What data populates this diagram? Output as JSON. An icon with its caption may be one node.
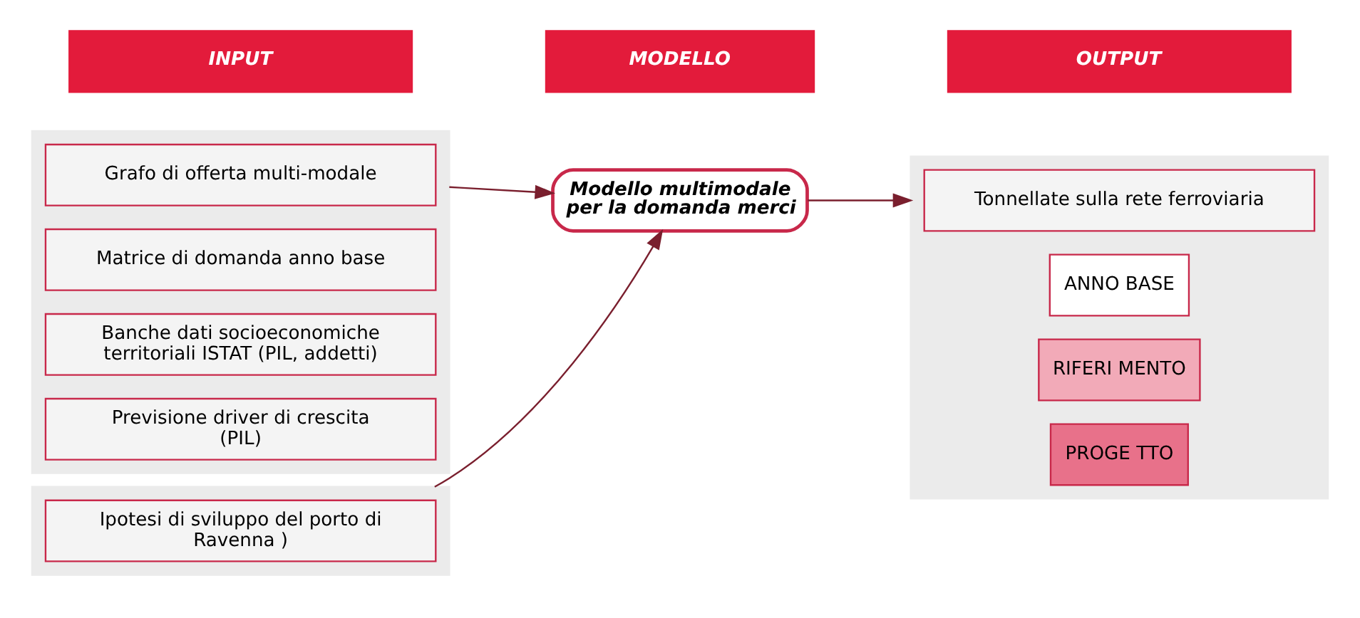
{
  "diagram": {
    "nodes": [
      {
        "text": [
          "INPUT"
        ]
      },
      {
        "text": [
          "MODELLO"
        ]
      },
      {
        "text": [
          "OUTPUT"
        ]
      },
      {
        "text": [],
        "shape": "box"
      },
      {
        "text": [
          "Grafo di offerta multi-modale"
        ],
        "in": 3
      },
      {
        "text": [
          "Matrice di domanda anno base"
        ],
        "in": 3
      },
      {
        "text": [
          "Banche dati socioeconomiche territoriali ISTAT (PIL, addetti)"
        ],
        "in": 3
      },
      {
        "text": [
          "Previsione driver di crescita (PIL)"
        ],
        "in": 3
      },
      {
        "text": [],
        "shape": "box"
      },
      {
        "text": [
          "Ipotesi di sviluppo del porto di Ravenna )"
        ],
        "in": 8
      },
      {
        "text": [
          "Modello multimodale per la domanda merci"
        ]
      },
      {
        "text": [],
        "shape": "box"
      },
      {
        "text": [
          "Tonnellate sulla rete ferroviaria"
        ],
        "in": 11
      },
      {
        "text": [
          "ANNO BASE"
        ],
        "in": 11
      },
      {
        "text": [
          "RIFERI MENTO"
        ],
        "in": 11
      },
      {
        "text": [
          "PROGE TTO"
        ],
        "in": 11
      }
    ],
    "edges": [
      {
        "from": 3,
        "to": 10,
        "arrow": "to"
      },
      {
        "from": 8,
        "to": 10,
        "arrow": "to"
      },
      {
        "from": 10,
        "to": 11,
        "arrow": "to"
      }
    ]
  }
}
